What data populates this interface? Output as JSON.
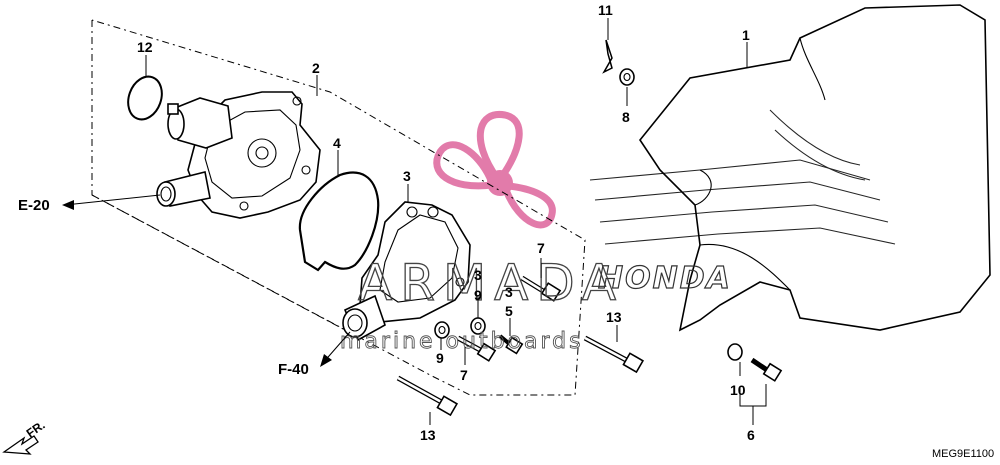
{
  "callouts": {
    "c1": "1",
    "c2": "2",
    "c3a": "3",
    "c3b": "3",
    "c3c": "3",
    "c4": "4",
    "c5": "5",
    "c6": "6",
    "c7a": "7",
    "c7b": "7",
    "c8": "8",
    "c9a": "9",
    "c9b": "9",
    "c10": "10",
    "c11": "11",
    "c12": "12",
    "c13a": "13",
    "c13b": "13"
  },
  "references": {
    "e20": "E-20",
    "f40": "F-40",
    "fr": "FR."
  },
  "diagram_code": "MEG9E1100",
  "watermark": {
    "brand": "ARMADA",
    "subtitle": "marine outboards",
    "color": "#d94f8e"
  },
  "cover_brand": "HONDA"
}
